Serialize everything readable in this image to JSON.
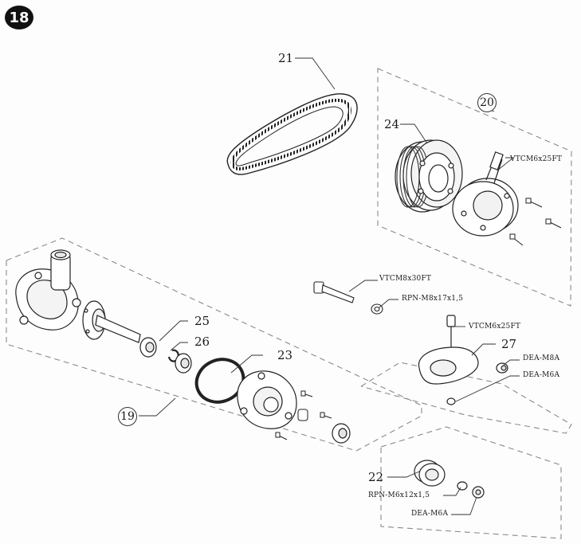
{
  "page_badge": "18",
  "parts": {
    "p21": "21",
    "p20": "20",
    "p24": "24",
    "p25": "25",
    "p26": "26",
    "p23": "23",
    "p19": "19",
    "p27": "27",
    "p22": "22"
  },
  "hardware": {
    "vtcm6x25ft_a": "VTCM6x25FT",
    "vtcm8x30ft": "VTCM8x30FT",
    "rpn_m8x17": "RPN-M8x17x1,5",
    "vtcm6x25ft_b": "VTCM6x25FT",
    "dea_m8a": "DEA-M8A",
    "dea_m6a_a": "DEA-M6A",
    "rpn_m6x12": "RPN-M6x12x1,5",
    "dea_m6a_b": "DEA-M6A"
  }
}
